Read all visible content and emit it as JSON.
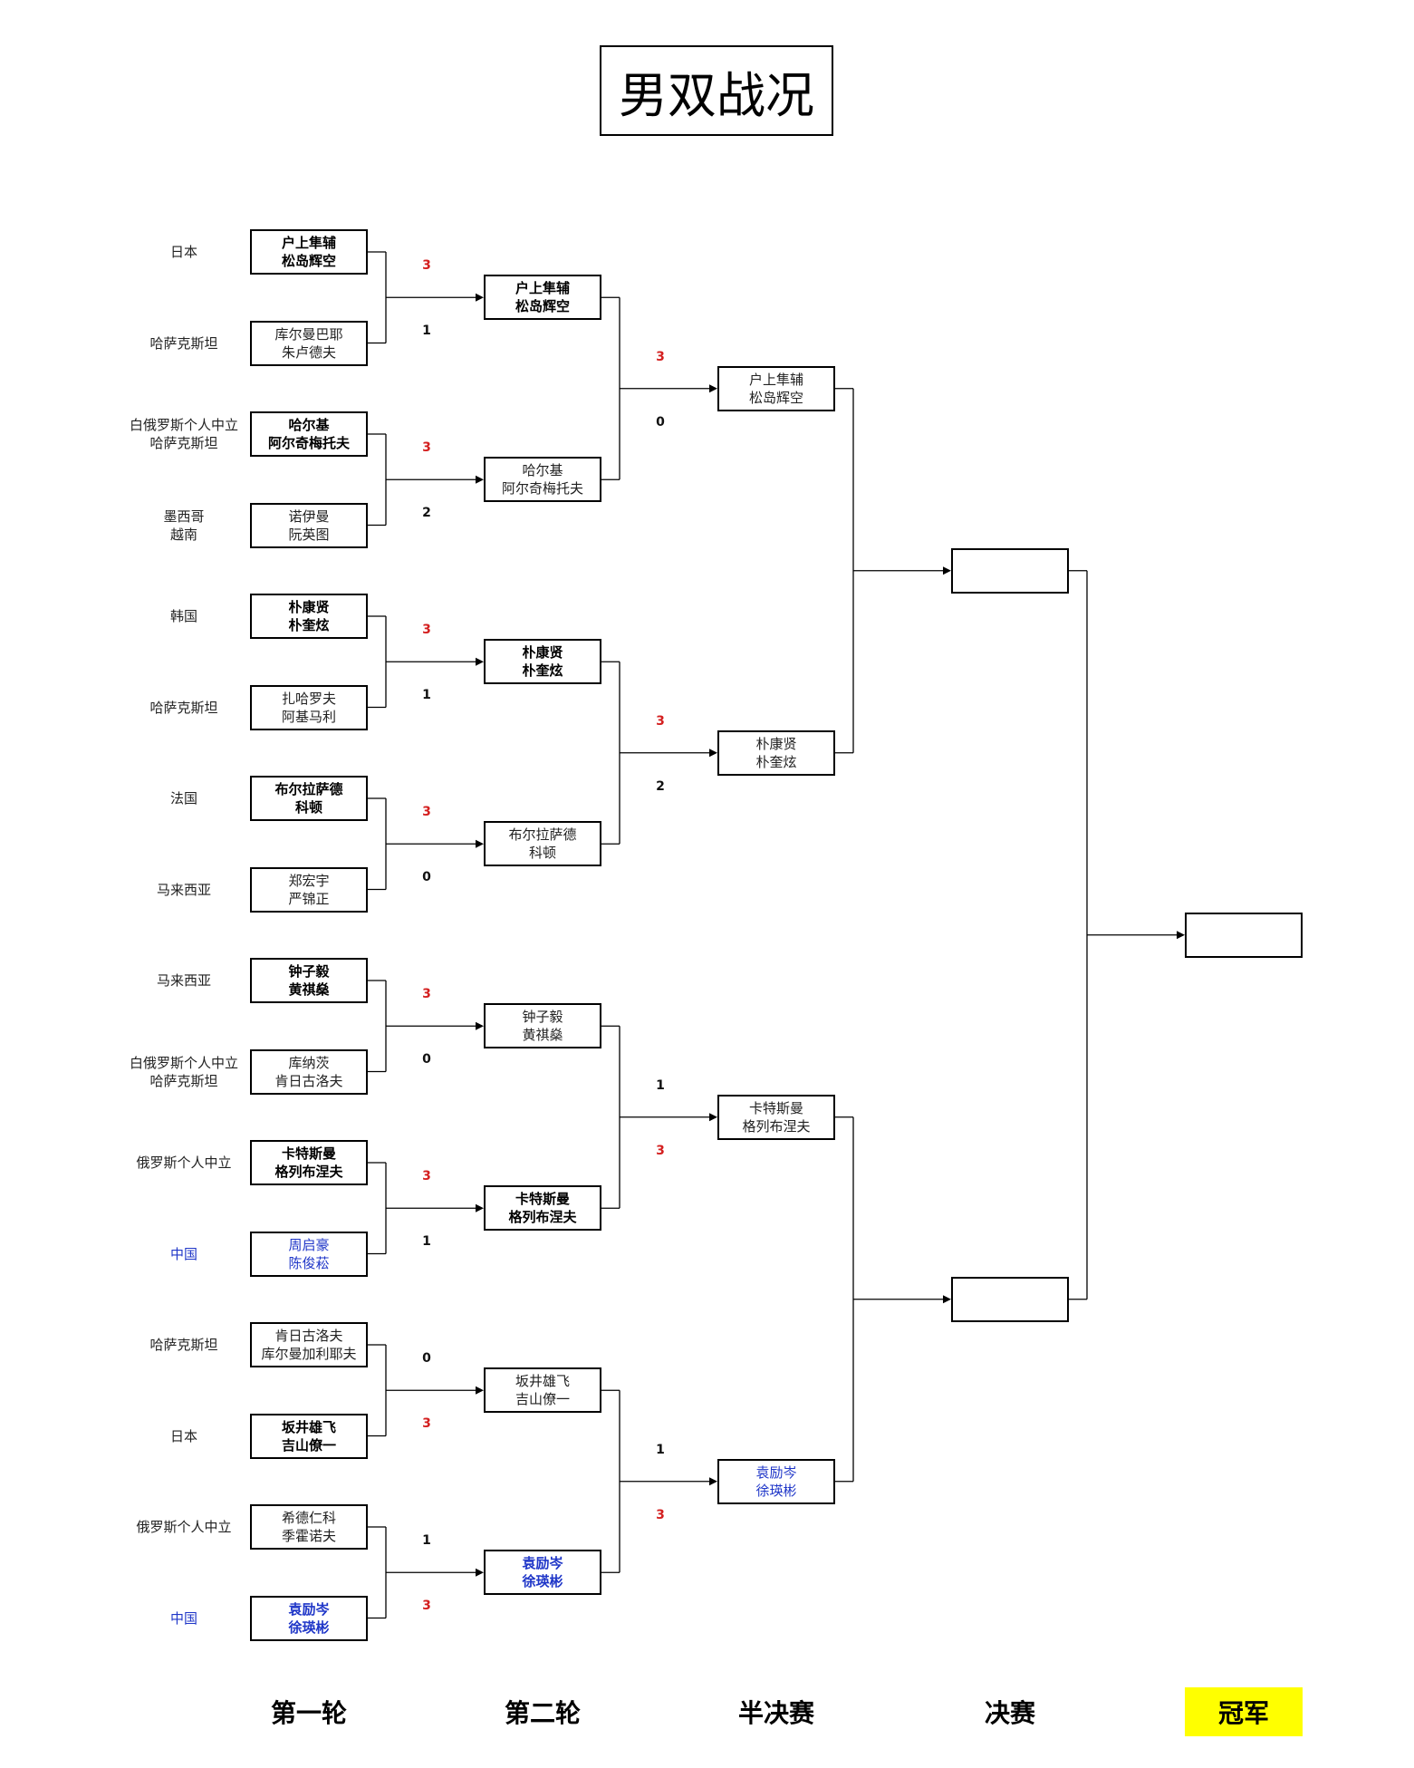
{
  "title": "男双战况",
  "colors": {
    "china_text": "#1f36c8",
    "winning_score": "#d42020",
    "champion_highlight": "#ffff00"
  },
  "round_labels": [
    "第一轮",
    "第二轮",
    "半决赛",
    "决赛",
    "冠军"
  ],
  "round1": {
    "teams": [
      {
        "country": [
          "日本"
        ],
        "players": [
          "户上隼辅",
          "松岛辉空"
        ],
        "winner": true,
        "china": false
      },
      {
        "country": [
          "哈萨克斯坦"
        ],
        "players": [
          "库尔曼巴耶",
          "朱卢德夫"
        ],
        "winner": false,
        "china": false
      },
      {
        "country": [
          "白俄罗斯个人中立",
          "哈萨克斯坦"
        ],
        "players": [
          "哈尔基",
          "阿尔奇梅托夫"
        ],
        "winner": true,
        "china": false
      },
      {
        "country": [
          "墨西哥",
          "越南"
        ],
        "players": [
          "诺伊曼",
          "阮英图"
        ],
        "winner": false,
        "china": false
      },
      {
        "country": [
          "韩国"
        ],
        "players": [
          "朴康贤",
          "朴奎炫"
        ],
        "winner": true,
        "china": false
      },
      {
        "country": [
          "哈萨克斯坦"
        ],
        "players": [
          "扎哈罗夫",
          "阿基马利"
        ],
        "winner": false,
        "china": false
      },
      {
        "country": [
          "法国"
        ],
        "players": [
          "布尔拉萨德",
          "科顿"
        ],
        "winner": true,
        "china": false
      },
      {
        "country": [
          "马来西亚"
        ],
        "players": [
          "郑宏宇",
          "严锦正"
        ],
        "winner": false,
        "china": false
      },
      {
        "country": [
          "马来西亚"
        ],
        "players": [
          "钟子毅",
          "黄祺燊"
        ],
        "winner": true,
        "china": false
      },
      {
        "country": [
          "白俄罗斯个人中立",
          "哈萨克斯坦"
        ],
        "players": [
          "库纳茨",
          "肯日古洛夫"
        ],
        "winner": false,
        "china": false
      },
      {
        "country": [
          "俄罗斯个人中立"
        ],
        "players": [
          "卡特斯曼",
          "格列布涅夫"
        ],
        "winner": true,
        "china": false
      },
      {
        "country": [
          "中国"
        ],
        "players": [
          "周启豪",
          "陈俊菘"
        ],
        "winner": false,
        "china": true
      },
      {
        "country": [
          "哈萨克斯坦"
        ],
        "players": [
          "肯日古洛夫",
          "库尔曼加利耶夫"
        ],
        "winner": false,
        "china": false
      },
      {
        "country": [
          "日本"
        ],
        "players": [
          "坂井雄飞",
          "吉山僚一"
        ],
        "winner": true,
        "china": false
      },
      {
        "country": [
          "俄罗斯个人中立"
        ],
        "players": [
          "希德仁科",
          "季霍诺夫"
        ],
        "winner": false,
        "china": false
      },
      {
        "country": [
          "中国"
        ],
        "players": [
          "袁励岑",
          "徐瑛彬"
        ],
        "winner": true,
        "china": true
      }
    ],
    "scores": [
      [
        "3",
        "1"
      ],
      [
        "3",
        "2"
      ],
      [
        "3",
        "1"
      ],
      [
        "3",
        "0"
      ],
      [
        "3",
        "0"
      ],
      [
        "3",
        "1"
      ],
      [
        "0",
        "3"
      ],
      [
        "1",
        "3"
      ]
    ]
  },
  "round2": {
    "teams": [
      {
        "players": [
          "户上隼辅",
          "松岛辉空"
        ],
        "winner": true,
        "china": false
      },
      {
        "players": [
          "哈尔基",
          "阿尔奇梅托夫"
        ],
        "winner": false,
        "china": false
      },
      {
        "players": [
          "朴康贤",
          "朴奎炫"
        ],
        "winner": true,
        "china": false
      },
      {
        "players": [
          "布尔拉萨德",
          "科顿"
        ],
        "winner": false,
        "china": false
      },
      {
        "players": [
          "钟子毅",
          "黄祺燊"
        ],
        "winner": false,
        "china": false
      },
      {
        "players": [
          "卡特斯曼",
          "格列布涅夫"
        ],
        "winner": true,
        "china": false
      },
      {
        "players": [
          "坂井雄飞",
          "吉山僚一"
        ],
        "winner": false,
        "china": false
      },
      {
        "players": [
          "袁励岑",
          "徐瑛彬"
        ],
        "winner": true,
        "china": true
      }
    ],
    "scores": [
      [
        "3",
        "0"
      ],
      [
        "3",
        "2"
      ],
      [
        "1",
        "3"
      ],
      [
        "1",
        "3"
      ]
    ]
  },
  "semifinal": {
    "teams": [
      {
        "players": [
          "户上隼辅",
          "松岛辉空"
        ],
        "winner": false,
        "china": false
      },
      {
        "players": [
          "朴康贤",
          "朴奎炫"
        ],
        "winner": false,
        "china": false
      },
      {
        "players": [
          "卡特斯曼",
          "格列布涅夫"
        ],
        "winner": false,
        "china": false
      },
      {
        "players": [
          "袁励岑",
          "徐瑛彬"
        ],
        "winner": false,
        "china": true
      }
    ]
  },
  "final": {
    "teams": [
      {
        "players": []
      },
      {
        "players": []
      }
    ]
  },
  "champion": {
    "players": []
  }
}
